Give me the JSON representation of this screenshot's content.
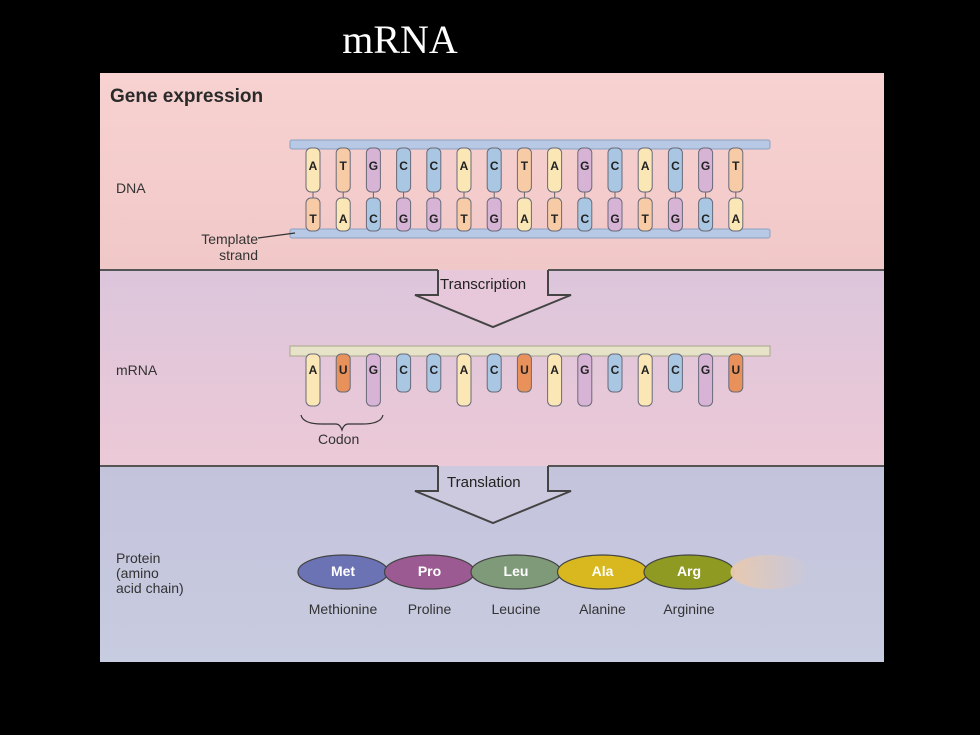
{
  "slide": {
    "title": "mRNA"
  },
  "figure": {
    "title": "Gene expression",
    "labels": {
      "dna": "DNA",
      "template_strand": "Template\nstrand",
      "mrna": "mRNA",
      "codon": "Codon",
      "protein": "Protein\n(amino\nacid chain)"
    },
    "steps": {
      "transcription": "Transcription",
      "translation": "Translation"
    },
    "dna_top": [
      "A",
      "T",
      "G",
      "C",
      "C",
      "A",
      "C",
      "T",
      "A",
      "G",
      "C",
      "A",
      "C",
      "G",
      "T"
    ],
    "dna_bottom": [
      "T",
      "A",
      "C",
      "G",
      "G",
      "T",
      "G",
      "A",
      "T",
      "C",
      "G",
      "T",
      "G",
      "C",
      "A"
    ],
    "mrna": [
      "A",
      "U",
      "G",
      "C",
      "C",
      "A",
      "C",
      "U",
      "A",
      "G",
      "C",
      "A",
      "C",
      "G",
      "U"
    ],
    "amino_acids": [
      {
        "abbr": "Met",
        "name": "Methionine",
        "color": "#6b73b5"
      },
      {
        "abbr": "Pro",
        "name": "Proline",
        "color": "#9c5a93"
      },
      {
        "abbr": "Leu",
        "name": "Leucine",
        "color": "#7e9a78"
      },
      {
        "abbr": "Ala",
        "name": "Alanine",
        "color": "#d8b81e"
      },
      {
        "abbr": "Arg",
        "name": "Arginine",
        "color": "#8e9a22"
      }
    ],
    "colors": {
      "A": "#fbe7b5",
      "T": "#f6cba5",
      "G": "#d7b4d5",
      "C": "#a9c6e2",
      "U": "#e8915a",
      "panel_dna": "#f4cdcc",
      "panel_mrna": "#e6c6d8",
      "panel_protein": "#c5c6dc",
      "backbone_dna": "#b7c9e4",
      "backbone_mrna": "#e6e3c8"
    }
  }
}
